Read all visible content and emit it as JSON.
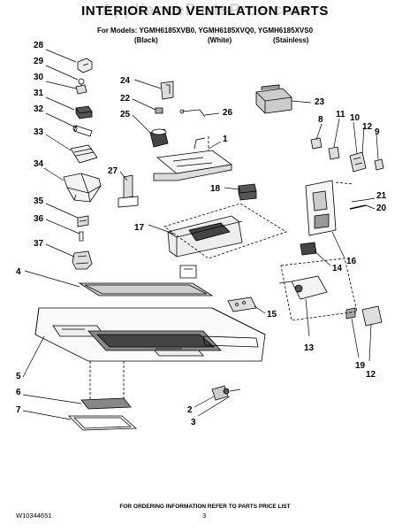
{
  "header": {
    "watermark": "AppliancePartsPros.com",
    "title": "INTERIOR AND VENTILATION PARTS",
    "models": "For Models: YGMH6185XVB0, YGMH6185XVQ0, YGMH6185XVS0",
    "colors": [
      "(Black)",
      "(White)",
      "(Stainless)"
    ]
  },
  "callouts": [
    {
      "id": "28",
      "label": "28"
    },
    {
      "id": "29",
      "label": "29"
    },
    {
      "id": "30",
      "label": "30"
    },
    {
      "id": "31",
      "label": "31"
    },
    {
      "id": "32",
      "label": "32"
    },
    {
      "id": "33",
      "label": "33"
    },
    {
      "id": "34",
      "label": "34"
    },
    {
      "id": "35",
      "label": "35"
    },
    {
      "id": "36",
      "label": "36"
    },
    {
      "id": "37",
      "label": "37"
    },
    {
      "id": "4",
      "label": "4"
    },
    {
      "id": "5",
      "label": "5"
    },
    {
      "id": "6",
      "label": "6"
    },
    {
      "id": "7",
      "label": "7"
    },
    {
      "id": "24",
      "label": "24"
    },
    {
      "id": "22",
      "label": "22"
    },
    {
      "id": "25",
      "label": "25"
    },
    {
      "id": "26",
      "label": "26"
    },
    {
      "id": "23",
      "label": "23"
    },
    {
      "id": "1",
      "label": "1"
    },
    {
      "id": "27",
      "label": "27"
    },
    {
      "id": "18",
      "label": "18"
    },
    {
      "id": "17",
      "label": "17"
    },
    {
      "id": "8",
      "label": "8"
    },
    {
      "id": "11",
      "label": "11"
    },
    {
      "id": "10",
      "label": "10"
    },
    {
      "id": "12a",
      "label": "12"
    },
    {
      "id": "9",
      "label": "9"
    },
    {
      "id": "21",
      "label": "21"
    },
    {
      "id": "20",
      "label": "20"
    },
    {
      "id": "16",
      "label": "16"
    },
    {
      "id": "14",
      "label": "14"
    },
    {
      "id": "15",
      "label": "15"
    },
    {
      "id": "13",
      "label": "13"
    },
    {
      "id": "19",
      "label": "19"
    },
    {
      "id": "12b",
      "label": "12"
    },
    {
      "id": "2",
      "label": "2"
    },
    {
      "id": "3",
      "label": "3"
    }
  ],
  "footer": {
    "note": "FOR ORDERING INFORMATION REFER TO PARTS PRICE LIST",
    "doc_number": "W10344651",
    "page_number": "3"
  }
}
